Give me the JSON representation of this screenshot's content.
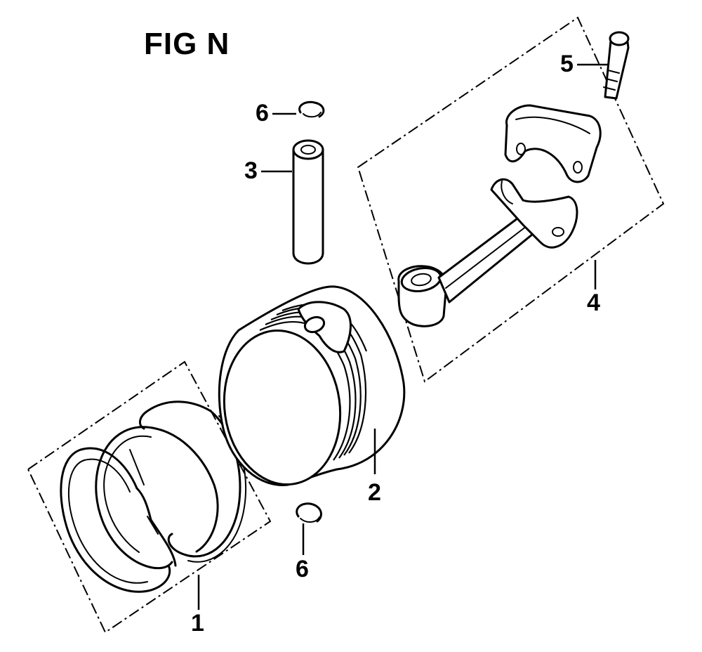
{
  "figure": {
    "title": "FIG N"
  },
  "callouts": [
    {
      "id": "rings",
      "label": "1"
    },
    {
      "id": "piston",
      "label": "2"
    },
    {
      "id": "piston-pin",
      "label": "3"
    },
    {
      "id": "connecting-rod",
      "label": "4"
    },
    {
      "id": "rod-bolt",
      "label": "5"
    },
    {
      "id": "pin-clip-top",
      "label": "6"
    },
    {
      "id": "pin-clip-bottom",
      "label": "6"
    }
  ],
  "colors": {
    "ink": "#000000",
    "background": "#ffffff"
  }
}
